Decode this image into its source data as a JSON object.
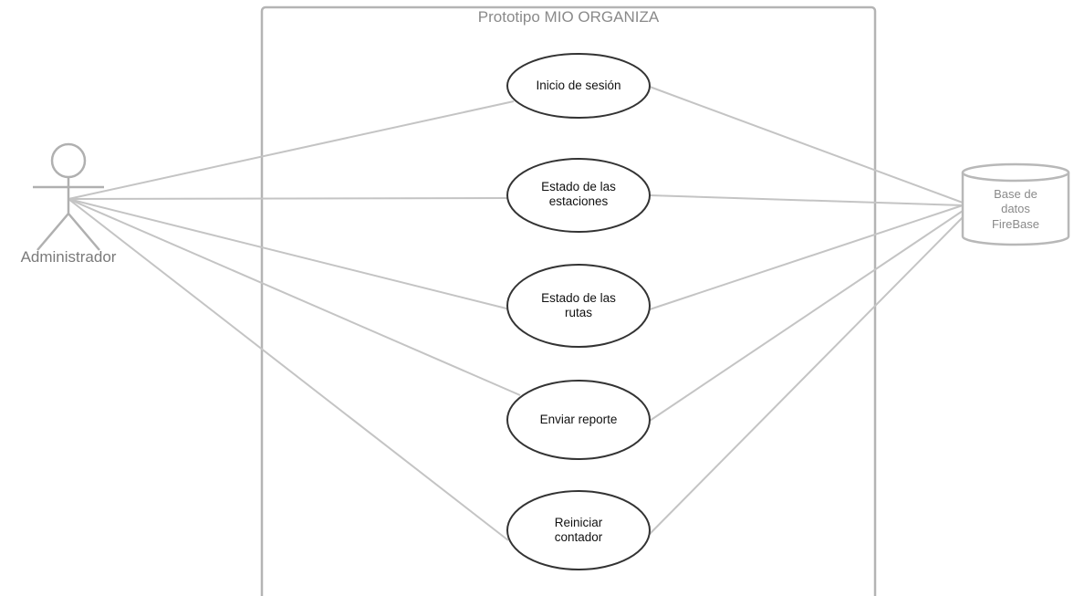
{
  "system": {
    "title": "Prototipo MIO ORGANIZA"
  },
  "actor": {
    "name": "Administrador"
  },
  "use_cases": [
    {
      "label": "Inicio de sesión"
    },
    {
      "label": "Estado de las\nestaciones"
    },
    {
      "label": "Estado de las\nrutas"
    },
    {
      "label": "Enviar reporte"
    },
    {
      "label": "Reiniciar\ncontador"
    }
  ],
  "database": {
    "label": "Base de\ndatos\nFireBase"
  },
  "colors": {
    "line": "#c4c4c4",
    "boundary": "#b4b4b4",
    "ellipse_stroke": "#333333",
    "label_gray": "#8a8a8a"
  }
}
